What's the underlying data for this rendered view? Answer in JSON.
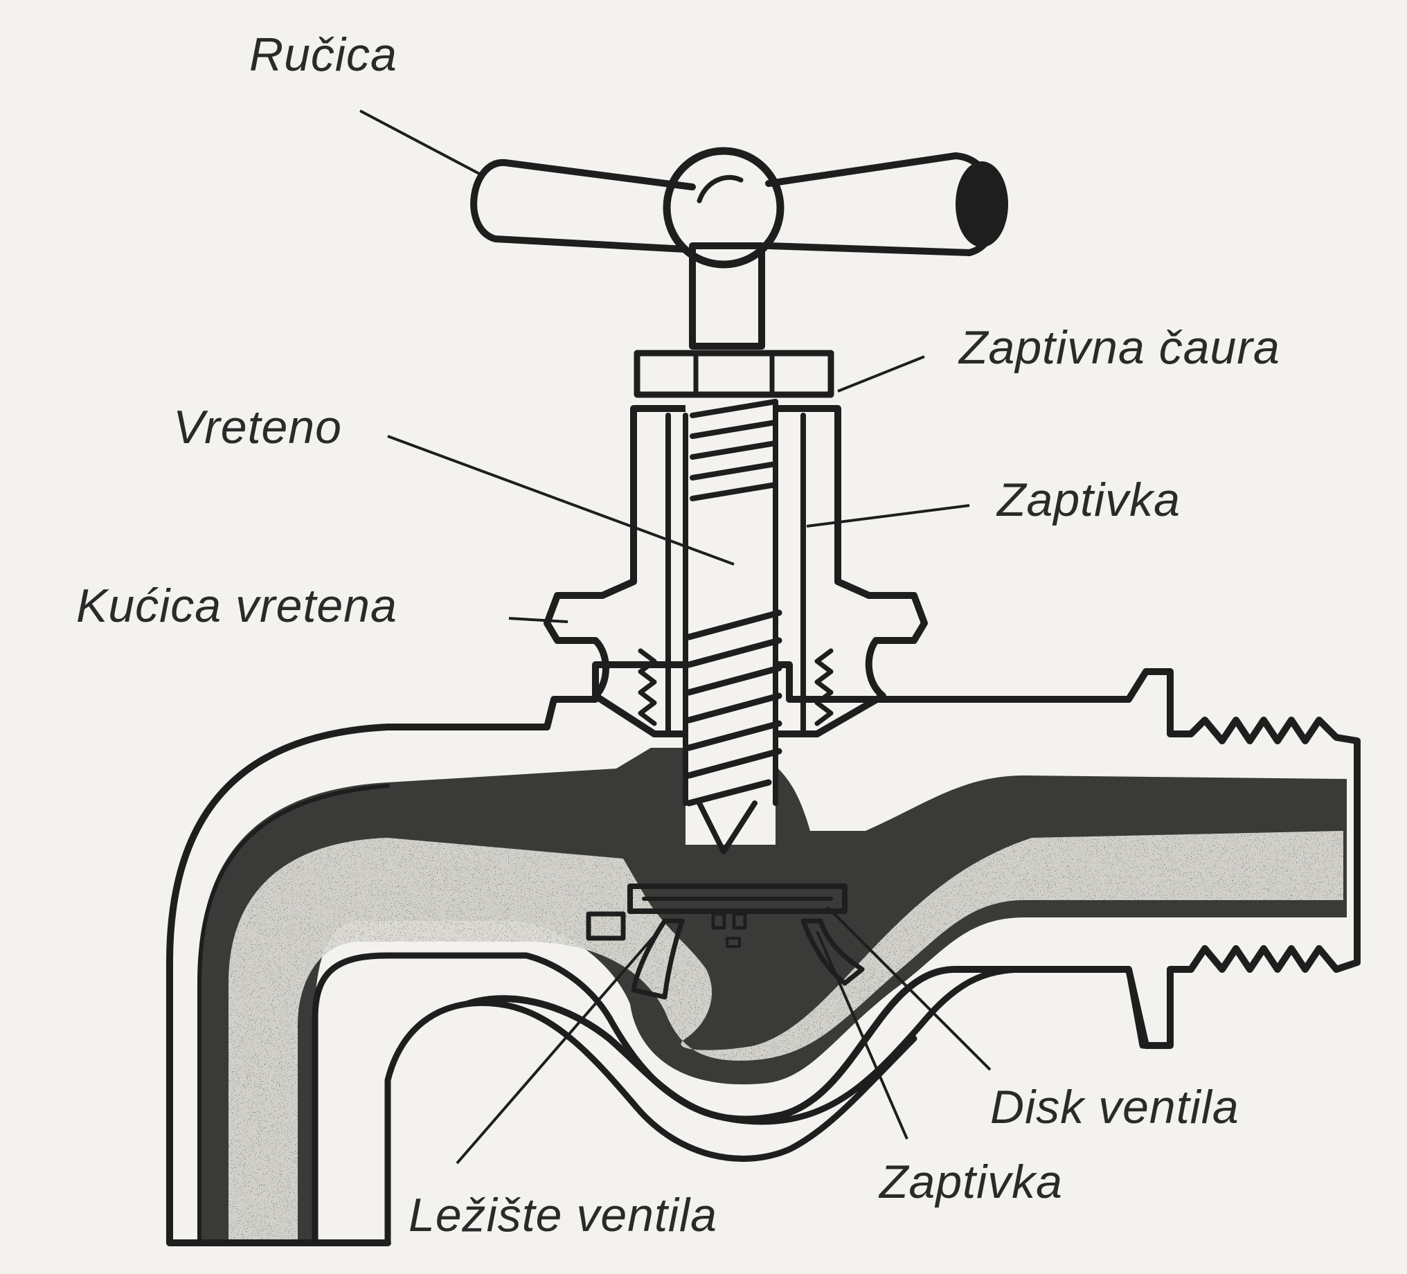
{
  "labels": {
    "handle": "Ručica",
    "packing_nut": "Zaptivna čaura",
    "spindle": "Vreteno",
    "gasket_top": "Zaptivka",
    "spindle_housing": "Kućica vretena",
    "valve_disc": "Disk ventila",
    "gasket_bottom": "Zaptivka",
    "valve_seat": "Ležište ventila"
  },
  "colors": {
    "background": "#f3f2ee",
    "ink": "#1e1e1e",
    "water": "#3a3a38",
    "metal_fill": "#f3f2ee"
  }
}
